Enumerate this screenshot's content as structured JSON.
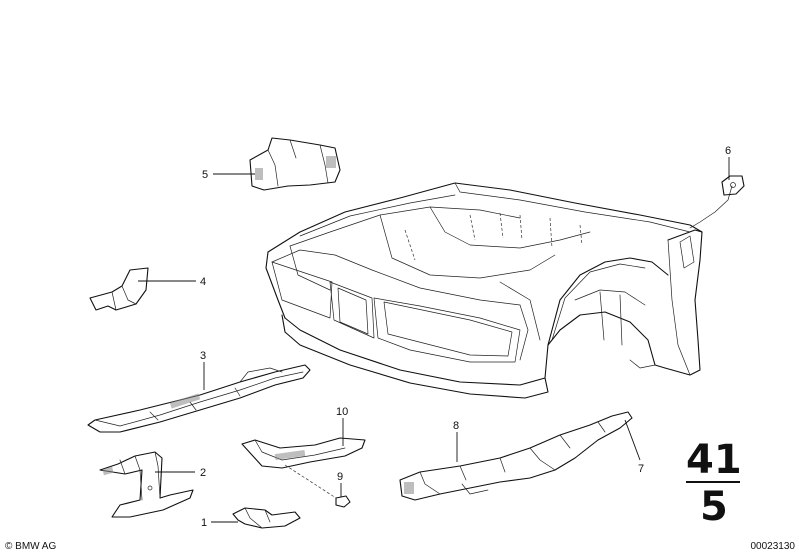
{
  "callouts": [
    {
      "number": "1"
    },
    {
      "number": "2"
    },
    {
      "number": "3"
    },
    {
      "number": "4"
    },
    {
      "number": "5"
    },
    {
      "number": "6"
    },
    {
      "number": "7"
    },
    {
      "number": "8"
    },
    {
      "number": "9"
    },
    {
      "number": "10"
    }
  ],
  "group_code": {
    "top": "41",
    "bottom": "5"
  },
  "footer": {
    "copyright": "© BMW AG",
    "diagram_id": "00023130"
  }
}
